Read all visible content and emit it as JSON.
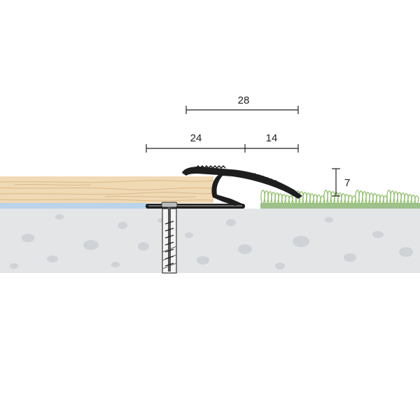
{
  "dimensions": {
    "overall_width": "28",
    "left_flange": "24",
    "right_flange": "14",
    "height": "7"
  },
  "colors": {
    "background": "#ffffff",
    "concrete": "#e3e5e7",
    "concrete_stone": "#cfd2d6",
    "wood": "#f0d9b5",
    "wood_grain": "#d9b98a",
    "underlay": "#b9d3ea",
    "carpet_backing": "#9ec08a",
    "carpet_fibers": "#8fbf6a",
    "profile": "#1e1e1e",
    "dimension_line": "#222222"
  },
  "icons": {
    "anchor": "anchor-dowel-icon",
    "screw": "screw-icon"
  }
}
